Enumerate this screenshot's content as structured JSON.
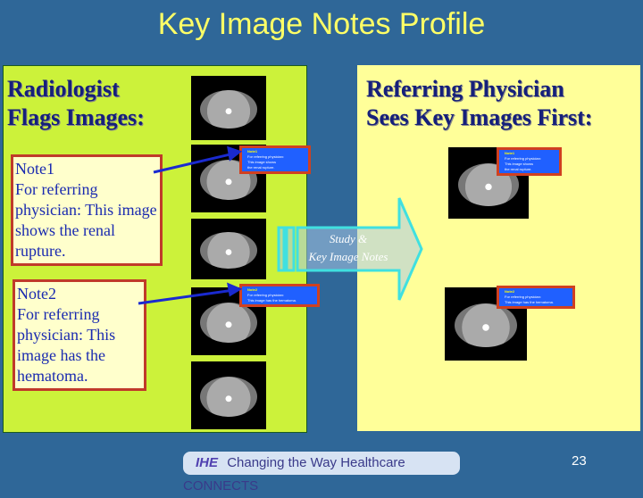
{
  "title": "Key Image Notes Profile",
  "left": {
    "heading1": "Radiologist",
    "heading2": "Flags Images:",
    "note1": {
      "label": "Note1",
      "text": "For referring physician: This image shows the renal rupture."
    },
    "note2": {
      "label": "Note2",
      "text": "For referring physician: This image has the hematoma."
    }
  },
  "right": {
    "heading1": "Referring Physician",
    "heading2": "Sees Key Images First:"
  },
  "mini_note1": {
    "label": "Note1",
    "lines": [
      "For referring physician:",
      "This image shows",
      "the renal rupture."
    ]
  },
  "mini_note2": {
    "label": "Note2",
    "lines": [
      "For referring physician:",
      "This image has the hematoma."
    ]
  },
  "arrow": {
    "line1": "Study &",
    "line2": "Key Image Notes"
  },
  "footer": {
    "logo": "IHE",
    "tagline": "Changing the Way Healthcare",
    "connects": "CONNECTS",
    "page": "23"
  }
}
